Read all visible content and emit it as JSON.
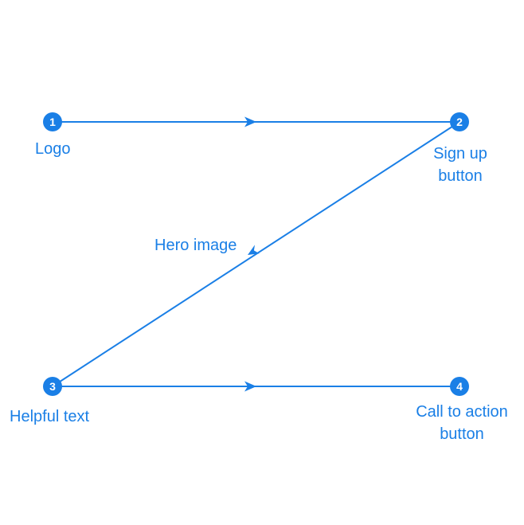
{
  "colors": {
    "accent": "#1a7fe6",
    "node_text": "#ffffff",
    "background": "#ffffff"
  },
  "nodes": [
    {
      "number": "1",
      "label_lines": [
        "Logo"
      ]
    },
    {
      "number": "2",
      "label_lines": [
        "Sign up",
        "button"
      ]
    },
    {
      "number": "3",
      "label_lines": [
        "Helpful text"
      ]
    },
    {
      "number": "4",
      "label_lines": [
        "Call to action",
        "button"
      ]
    }
  ],
  "edge_labels": {
    "hero": "Hero image"
  },
  "edges": [
    {
      "from": "1",
      "to": "2"
    },
    {
      "from": "2",
      "to": "3"
    },
    {
      "from": "3",
      "to": "4"
    }
  ]
}
